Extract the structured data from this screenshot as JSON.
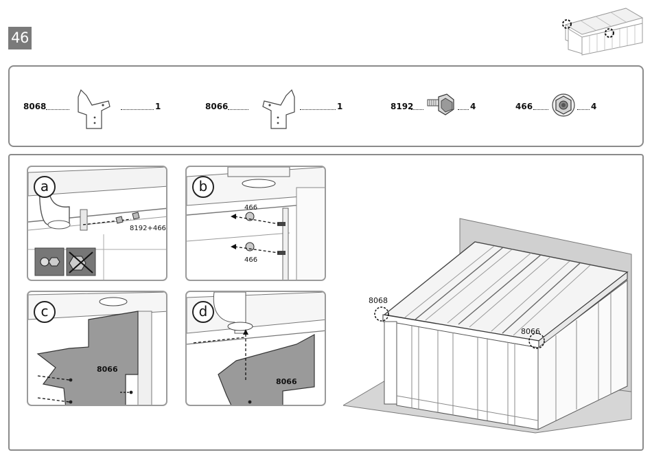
{
  "step": {
    "number": "46"
  },
  "parts": [
    {
      "code": "8068",
      "qty": "1"
    },
    {
      "code": "8066",
      "qty": "1"
    },
    {
      "code": "8192",
      "qty": "4"
    },
    {
      "code": "466",
      "qty": "4"
    }
  ],
  "panels": {
    "a": {
      "letter": "a",
      "label": "8192+466"
    },
    "b": {
      "letter": "b",
      "label_top": "466",
      "label_bottom": "466"
    },
    "c": {
      "letter": "c",
      "label": "8066"
    },
    "d": {
      "letter": "d",
      "label": "8066"
    }
  },
  "overview": {
    "label_left": "8068",
    "label_right": "8066"
  }
}
